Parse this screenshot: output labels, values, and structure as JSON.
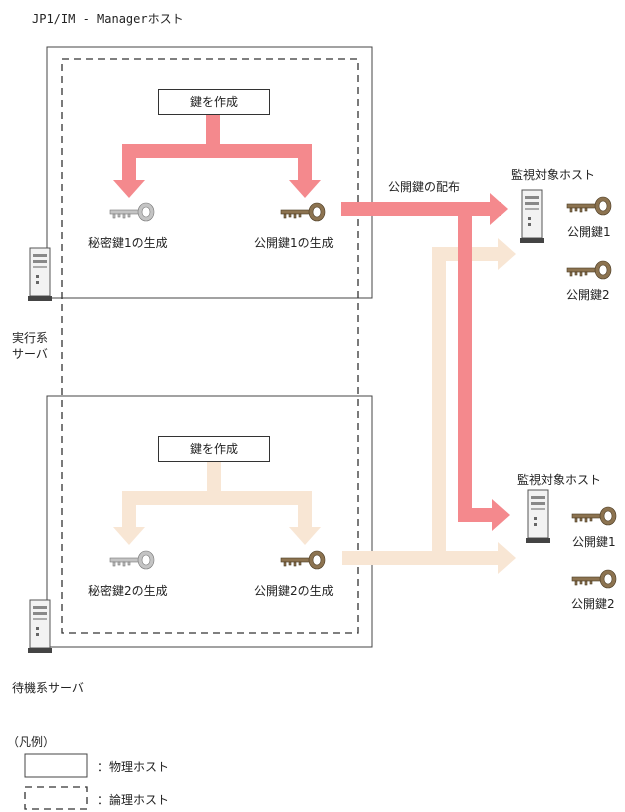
{
  "title": "JP1/IM - Managerホスト",
  "active_server_label_1": "実行系",
  "active_server_label_2": "サーバ",
  "standby_server_label": "待機系サーバ",
  "top_create_key": "鍵を作成",
  "bottom_create_key": "鍵を作成",
  "secret_key_1": "秘密鍵1の生成",
  "public_key_1": "公開鍵1の生成",
  "secret_key_2": "秘密鍵2の生成",
  "public_key_2": "公開鍵2の生成",
  "distribute_label": "公開鍵の配布",
  "monitor_host_1": {
    "title": "監視対象ホスト",
    "key_a": "公開鍵1",
    "key_b": "公開鍵2"
  },
  "monitor_host_2": {
    "title": "監視対象ホスト",
    "key_a": "公開鍵1",
    "key_b": "公開鍵2"
  },
  "legend": {
    "title": "（凡例）",
    "physical": "：物理ホスト",
    "logical": "：論理ホスト"
  },
  "colors": {
    "active_arrow": "#f4898d",
    "standby_arrow": "#f8e6d4",
    "public_key": "#8c7350",
    "secret_key": "#b0b0b0"
  }
}
